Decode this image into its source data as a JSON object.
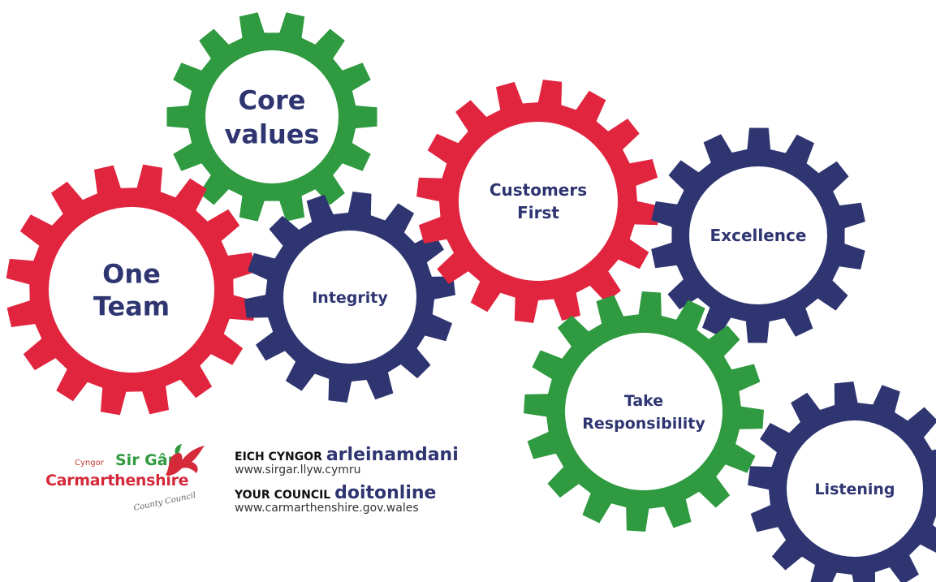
{
  "colors": {
    "green": "#2f9a3f",
    "red": "#e1253f",
    "navy": "#2e3571"
  },
  "gears": [
    {
      "id": "core-values",
      "lines": [
        "Core",
        "values"
      ],
      "color": "green"
    },
    {
      "id": "one-team",
      "lines": [
        "One",
        "Team"
      ],
      "color": "red"
    },
    {
      "id": "integrity",
      "lines": [
        "Integrity"
      ],
      "color": "navy"
    },
    {
      "id": "customers-first",
      "lines": [
        "Customers",
        "First"
      ],
      "color": "red"
    },
    {
      "id": "excellence",
      "lines": [
        "Excellence"
      ],
      "color": "navy"
    },
    {
      "id": "take-responsibility",
      "lines": [
        "Take",
        "Responsibility"
      ],
      "color": "green"
    },
    {
      "id": "listening",
      "lines": [
        "Listening"
      ],
      "color": "navy"
    }
  ],
  "logo": {
    "cyngor": "Cyngor",
    "sir_gar": "Sir Gâr",
    "carmarthenshire": "Carmarthenshire",
    "county_council": "County Council"
  },
  "online": {
    "welsh_prefix": "EICH CYNGOR",
    "welsh_brand": "arleinamdani",
    "welsh_url": "www.sirgar.llyw.cymru",
    "english_prefix": "YOUR COUNCIL",
    "english_brand": "doitonline",
    "english_url": "www.carmarthenshire.gov.wales"
  }
}
